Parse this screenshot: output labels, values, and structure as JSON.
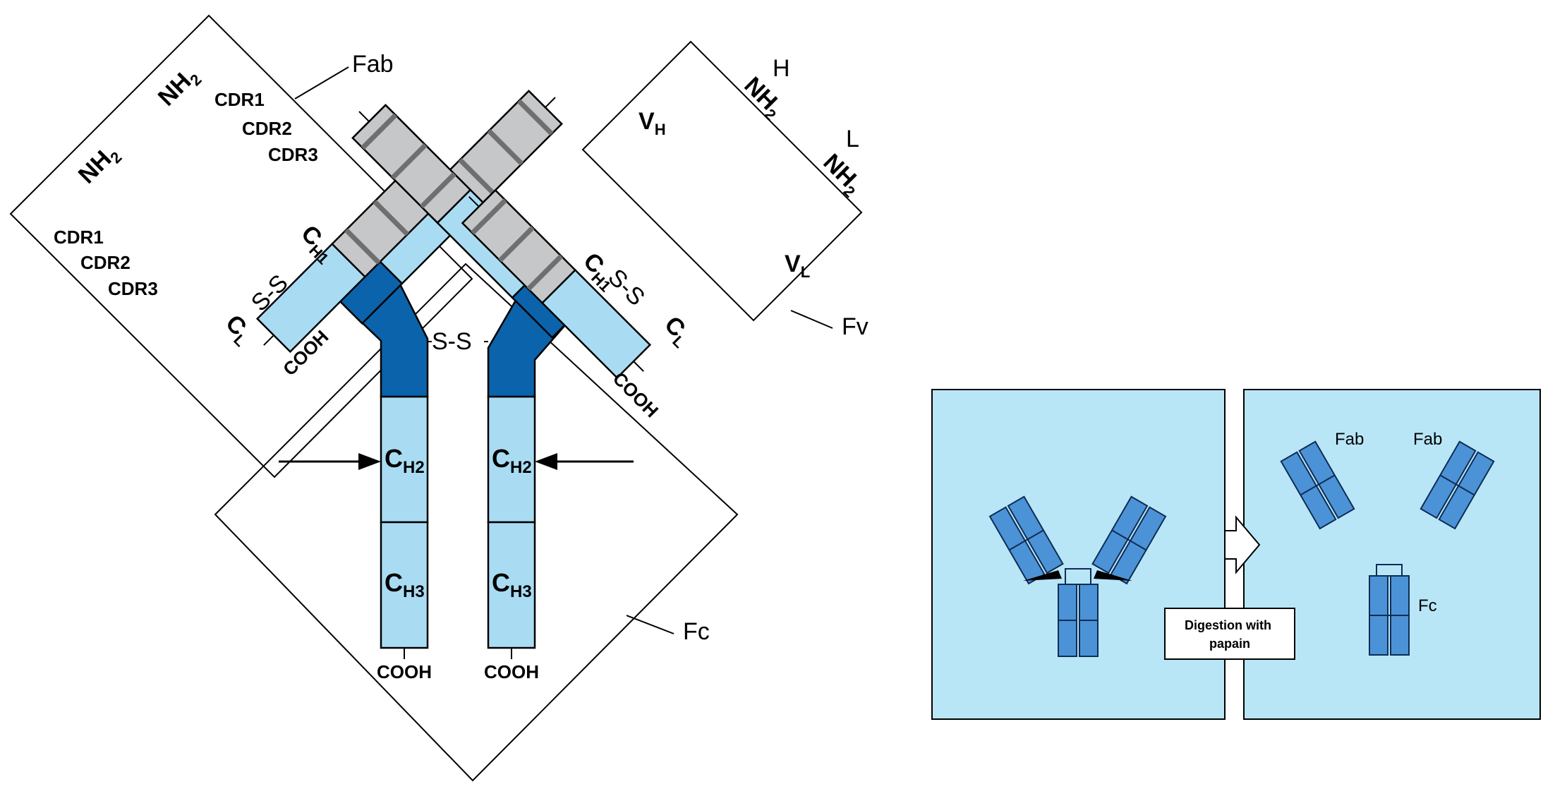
{
  "main_diagram": {
    "fab": "Fab",
    "fc": "Fc",
    "fv": "Fv",
    "h": "H",
    "l": "L",
    "nh": "NH",
    "nh_sub": "2",
    "cooh": "COOH",
    "ss": "S-S",
    "cdr1": "CDR1",
    "cdr2": "CDR2",
    "cdr3": "CDR3",
    "c": "C",
    "v": "V",
    "sub_h1": "H1",
    "sub_h2": "H2",
    "sub_h3": "H3",
    "sub_l": "L",
    "sub_h": "H"
  },
  "digestion_panel": {
    "fab": "Fab",
    "fc": "Fc",
    "arrow_label": "Digestion with papain"
  },
  "colors": {
    "variable_domain": "#c6c7c9",
    "constant_domain": "#a9dcf3",
    "hinge": "#0b63ab",
    "panel_background": "#b9e6f7",
    "fragment_blue": "#4b93d6"
  }
}
